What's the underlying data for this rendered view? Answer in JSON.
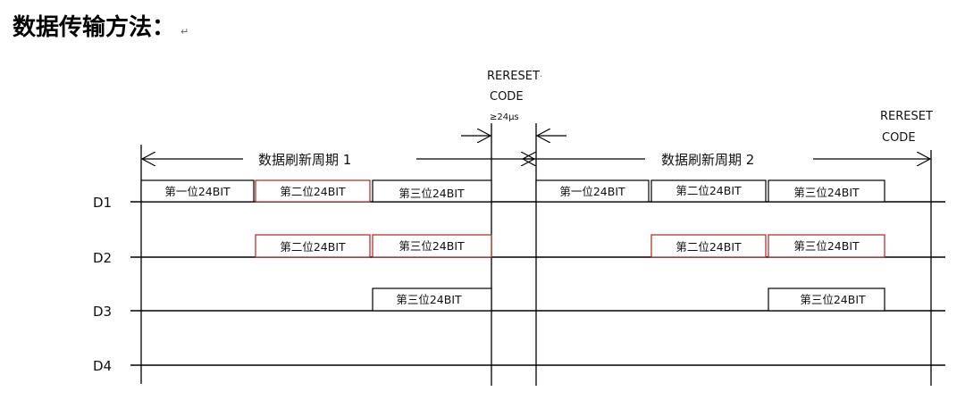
{
  "title": "数据传输方法：",
  "paragraph_mark": "↵",
  "reset_top": {
    "line1": "RERESET",
    "dot": "·",
    "line2": "CODE",
    "line3": "≥24μs"
  },
  "reset_right": {
    "line1": "RERESET",
    "line2": "CODE"
  },
  "cycle1": "数据刷新周期 1",
  "cycle2": "数据刷新周期 2",
  "lines": [
    "D1",
    "D2",
    "D3",
    "D4"
  ],
  "boxes": {
    "first": "第一位24BIT",
    "second": "第二位24BIT",
    "third": "第三位24BIT"
  },
  "colors": {
    "ink": "#000000",
    "accent": "#b22222"
  }
}
